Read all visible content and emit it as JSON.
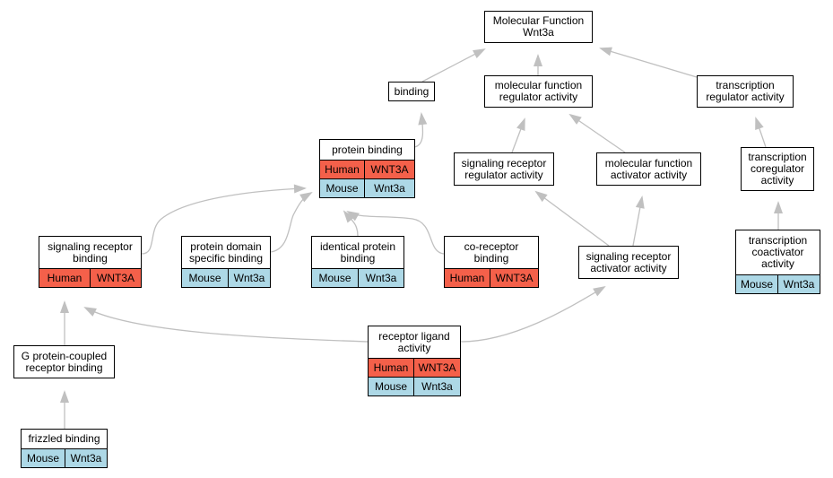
{
  "colors": {
    "human": "#f4604a",
    "mouse": "#add8e6",
    "edge": "#c0c0c0"
  },
  "nodes": {
    "mf": {
      "label": "Molecular Function\nWnt3a",
      "annotations": []
    },
    "binding": {
      "label": "binding",
      "annotations": []
    },
    "mfra": {
      "label": "molecular function\nregulator activity",
      "annotations": []
    },
    "tra": {
      "label": "transcription\nregulator activity",
      "annotations": []
    },
    "pb": {
      "label": "protein binding",
      "annotations": [
        {
          "species": "Human",
          "gene": "WNT3A"
        },
        {
          "species": "Mouse",
          "gene": "Wnt3a"
        }
      ]
    },
    "srra": {
      "label": "signaling receptor\nregulator activity",
      "annotations": []
    },
    "mfaa": {
      "label": "molecular function\nactivator activity",
      "annotations": []
    },
    "tcra": {
      "label": "transcription\ncoregulator\nactivity",
      "annotations": []
    },
    "srb": {
      "label": "signaling receptor\nbinding",
      "annotations": [
        {
          "species": "Human",
          "gene": "WNT3A"
        }
      ]
    },
    "pdsb": {
      "label": "protein domain\nspecific binding",
      "annotations": [
        {
          "species": "Mouse",
          "gene": "Wnt3a"
        }
      ]
    },
    "ipb": {
      "label": "identical protein\nbinding",
      "annotations": [
        {
          "species": "Mouse",
          "gene": "Wnt3a"
        }
      ]
    },
    "crb": {
      "label": "co-receptor\nbinding",
      "annotations": [
        {
          "species": "Human",
          "gene": "WNT3A"
        }
      ]
    },
    "sraa": {
      "label": "signaling receptor\nactivator activity",
      "annotations": []
    },
    "tcaa": {
      "label": "transcription\ncoactivator\nactivity",
      "annotations": [
        {
          "species": "Mouse",
          "gene": "Wnt3a"
        }
      ]
    },
    "gpcrb": {
      "label": "G protein-coupled\nreceptor binding",
      "annotations": []
    },
    "rla": {
      "label": "receptor ligand\nactivity",
      "annotations": [
        {
          "species": "Human",
          "gene": "WNT3A"
        },
        {
          "species": "Mouse",
          "gene": "Wnt3a"
        }
      ]
    },
    "fb": {
      "label": "frizzled binding",
      "annotations": [
        {
          "species": "Mouse",
          "gene": "Wnt3a"
        }
      ]
    }
  },
  "edges": [
    {
      "from": "binding",
      "to": "mf"
    },
    {
      "from": "mfra",
      "to": "mf"
    },
    {
      "from": "tra",
      "to": "mf"
    },
    {
      "from": "pb",
      "to": "binding"
    },
    {
      "from": "srra",
      "to": "mfra"
    },
    {
      "from": "mfaa",
      "to": "mfra"
    },
    {
      "from": "tcra",
      "to": "tra"
    },
    {
      "from": "tcaa",
      "to": "tcra"
    },
    {
      "from": "sraa",
      "to": "srra"
    },
    {
      "from": "sraa",
      "to": "mfaa"
    },
    {
      "from": "srb",
      "to": "pb"
    },
    {
      "from": "pdsb",
      "to": "pb"
    },
    {
      "from": "ipb",
      "to": "pb"
    },
    {
      "from": "crb",
      "to": "pb"
    },
    {
      "from": "gpcrb",
      "to": "srb"
    },
    {
      "from": "rla",
      "to": "srb"
    },
    {
      "from": "rla",
      "to": "sraa"
    },
    {
      "from": "fb",
      "to": "gpcrb"
    }
  ]
}
